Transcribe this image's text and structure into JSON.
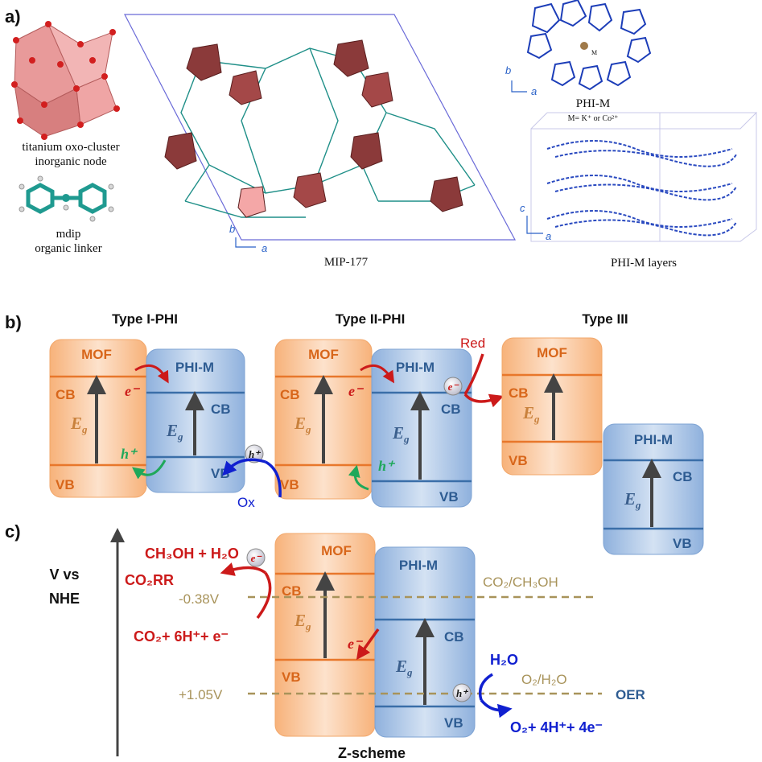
{
  "panel_a": {
    "letter": "a)",
    "node_caption_1": "titanium oxo-cluster",
    "node_caption_2": "inorganic node",
    "linker_caption_1": "mdip",
    "linker_caption_2": "organic linker",
    "mip_caption": "MIP-177",
    "mip_axis_b": "b",
    "mip_axis_a": "a",
    "phi_title": "PHI-M",
    "phi_metal_label": "M",
    "phi_subtitle": "M= K⁺ or Co²⁺",
    "phi_axis_b": "b",
    "phi_axis_a": "a",
    "layers_axis_c": "c",
    "layers_axis_a": "a",
    "layers_caption": "PHI-M  layers"
  },
  "panel_b": {
    "letter": "b)",
    "type1": "Type I-PHI",
    "type2": "Type II-PHI",
    "type3": "Type III",
    "mof": "MOF",
    "phim": "PHI-M",
    "cb": "CB",
    "vb": "VB",
    "eg": "E",
    "eg_sub": "g",
    "e_minus": "e⁻",
    "h_plus": "h⁺",
    "red": "Red",
    "ox": "Ox"
  },
  "panel_c": {
    "letter": "c)",
    "axis_1": "V vs",
    "axis_2": "NHE",
    "ch3oh": "CH₃OH + H₂O",
    "co2rr": "CO₂RR",
    "co2_eq": "CO₂+ 6H⁺+ e⁻",
    "pot_1": "-0.38V",
    "pot_2": "+1.05V",
    "couple_1": "CO₂/CH₃OH",
    "couple_2": "O₂/H₂O",
    "oer": "OER",
    "h2o": "H₂O",
    "o2_eq": "O₂+ 4H⁺+ 4e⁻",
    "zscheme": "Z-scheme"
  },
  "colors": {
    "mof_fill": "#f9c49a",
    "mof_line": "#e8772b",
    "phi_fill": "#a9c4e4",
    "phi_line": "#3a6ea8",
    "red_arrow": "#cc1a1a",
    "green_arrow": "#1fa85a",
    "blue_arrow": "#1020d0",
    "dashed": "#a8935a"
  }
}
